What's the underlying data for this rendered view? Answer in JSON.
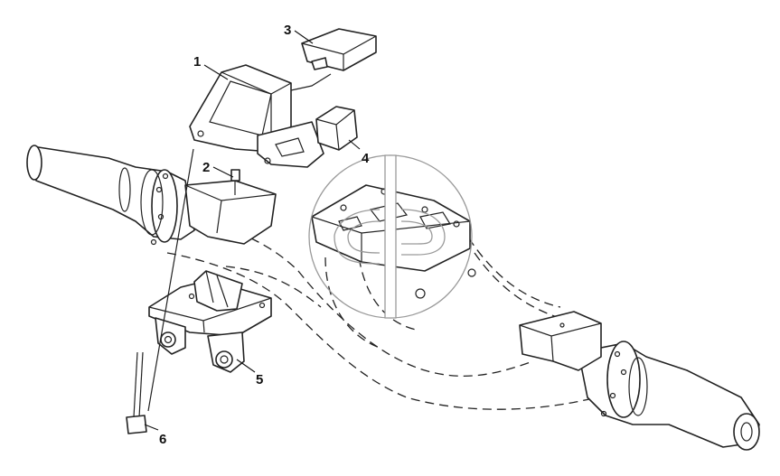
{
  "diagram": {
    "callouts": [
      {
        "id": "1",
        "label": "1",
        "part": "upper-bracket"
      },
      {
        "id": "2",
        "label": "2",
        "part": "bolt-small"
      },
      {
        "id": "3",
        "label": "3",
        "part": "cover-plate"
      },
      {
        "id": "4",
        "label": "4",
        "part": "rubber-block"
      },
      {
        "id": "5",
        "label": "5",
        "part": "lower-bracket"
      },
      {
        "id": "6",
        "label": "6",
        "part": "long-bolt"
      }
    ],
    "watermark": {
      "name": "logo-watermark"
    },
    "colors": {
      "line": "#222222",
      "background": "#ffffff",
      "watermark": "#9a9a9a"
    }
  }
}
